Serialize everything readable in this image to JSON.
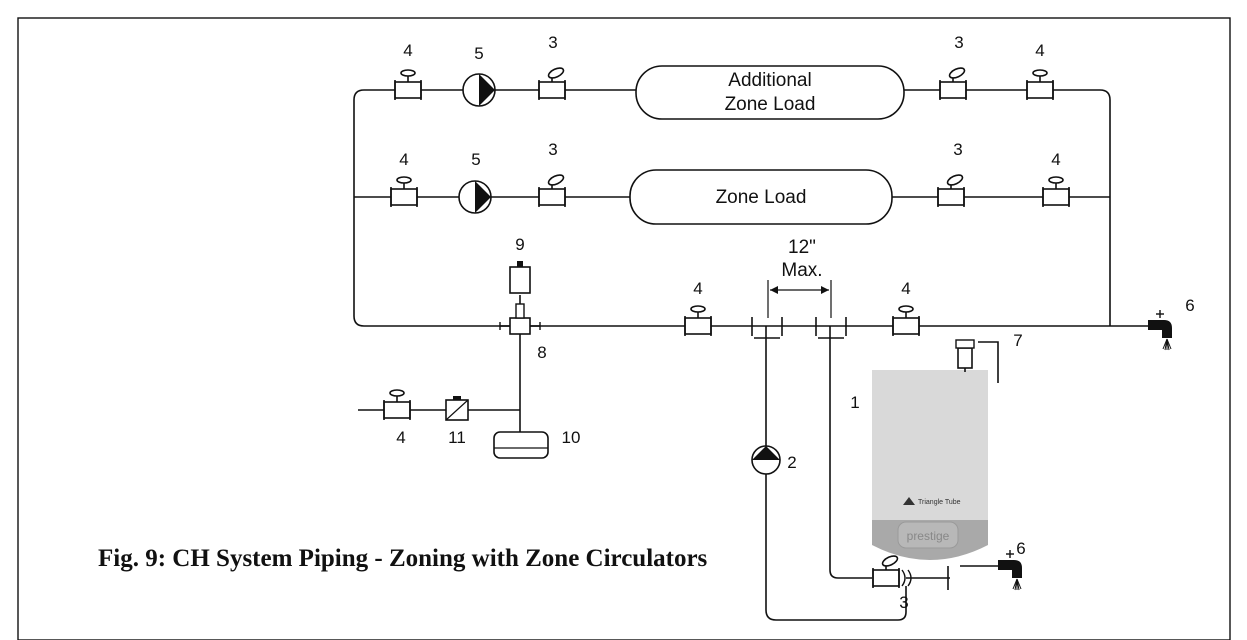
{
  "caption": "Fig. 9: CH System Piping - Zoning with Zone Circulators",
  "loads": {
    "additional_line1": "Additional",
    "additional_line2": "Zone Load",
    "zone": "Zone Load"
  },
  "dimension": {
    "value": "12\"",
    "suffix": "Max."
  },
  "boiler": {
    "brand": "Triangle Tube",
    "model": "prestige"
  },
  "colors": {
    "boiler_body": "#d9d9d9",
    "boiler_band": "#a9a9a9",
    "line": "#111111"
  },
  "labels": {
    "n1": "1",
    "n2": "2",
    "n3": "3",
    "n4": "4",
    "n5": "5",
    "n6": "6",
    "n7": "7",
    "n8": "8",
    "n9": "9",
    "n10": "10",
    "n11": "11"
  }
}
